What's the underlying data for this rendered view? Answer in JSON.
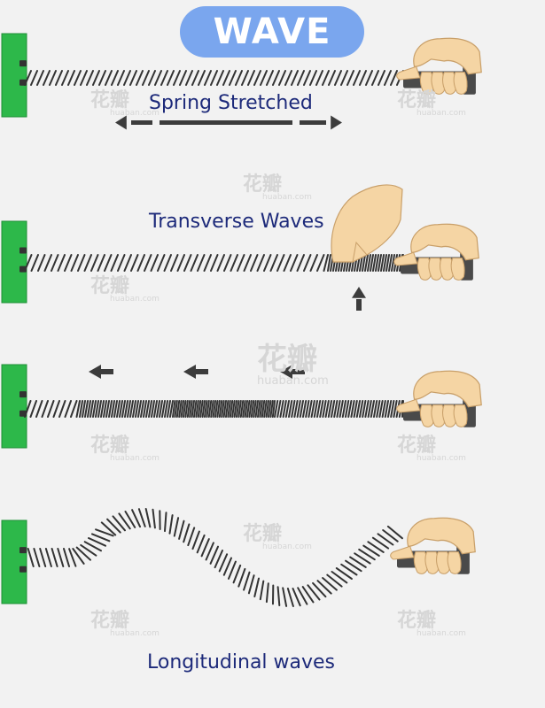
{
  "title": "WAVE",
  "labels": {
    "spring_stretched": "Spring Stretched",
    "transverse": "Transverse Waves",
    "longitudinal": "Longitudinal waves"
  },
  "watermark": {
    "mark": "花瓣",
    "site": "huaban.com"
  },
  "colors": {
    "title_bg": "#7aa6ee",
    "wall_green": "#2db84a",
    "spring": "#333333",
    "hand_skin": "#f5d5a4",
    "handle": "#4a4a4a",
    "arrow": "#3c3c3c",
    "text": "#1d2a7a"
  }
}
